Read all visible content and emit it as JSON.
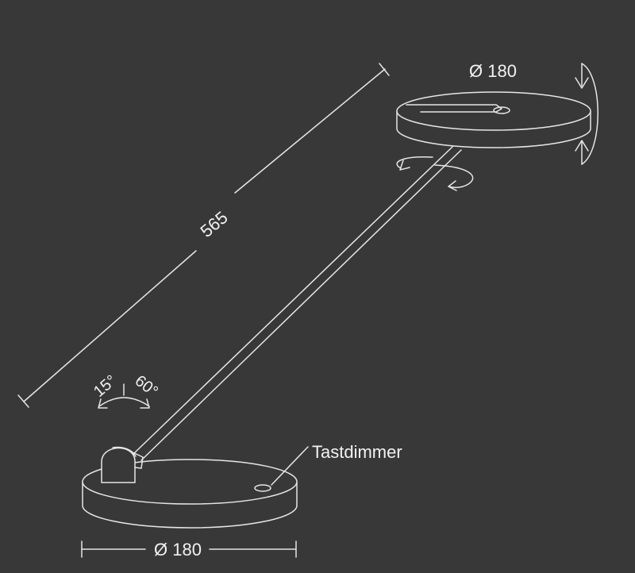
{
  "labels": {
    "length": "565",
    "head_diameter": "Ø 180",
    "base_diameter": "Ø 180",
    "angle_back": "15°",
    "angle_forward": "60°",
    "dimmer": "Tastdimmer"
  },
  "colors": {
    "background": "#383838",
    "line": "#e6e6e6",
    "text": "#f2f2f2"
  }
}
